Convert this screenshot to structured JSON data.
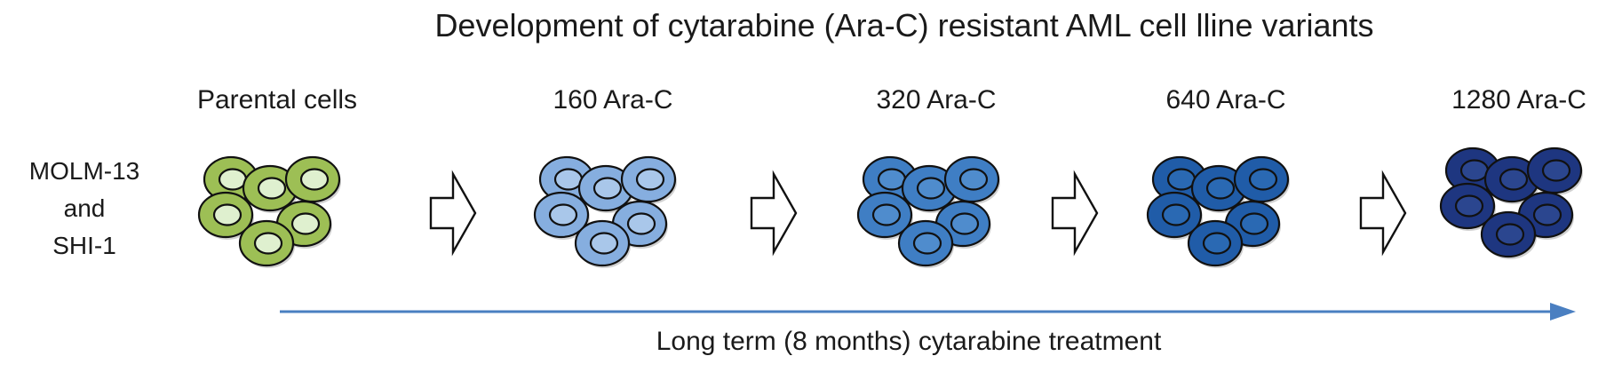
{
  "title": "Development of cytarabine (Ara-C) resistant AML cell lline variants",
  "cell_lines": [
    "MOLM-13",
    "and",
    "SHI-1"
  ],
  "stages": [
    {
      "label": "Parental cells",
      "fill": "#9dbf55",
      "nucleus": "#dff0cf"
    },
    {
      "label": "160 Ara-C",
      "fill": "#86aedf",
      "nucleus": "#a9c7ea"
    },
    {
      "label": "320 Ara-C",
      "fill": "#3f7ec4",
      "nucleus": "#4f8ccd"
    },
    {
      "label": "640 Ara-C",
      "fill": "#205ca8",
      "nucleus": "#2a69b3"
    },
    {
      "label": "1280 Ara-C",
      "fill": "#1e3680",
      "nucleus": "#2b468f"
    }
  ],
  "timeline": {
    "label": "Long term (8 months) cytarabine treatment",
    "color": "#4a7fc1"
  }
}
